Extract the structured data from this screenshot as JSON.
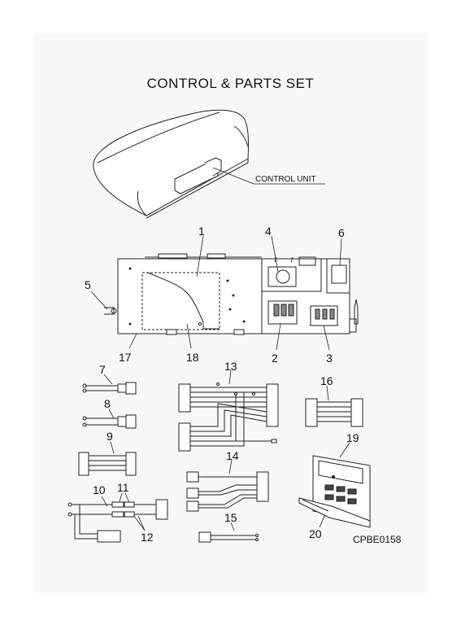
{
  "title": "CONTROL & PARTS SET",
  "control_unit_label": "CONTROL UNIT",
  "drawing_code": "CPBE0158",
  "part_numbers": [
    "1",
    "2",
    "3",
    "4",
    "5",
    "6",
    "7",
    "8",
    "9",
    "10",
    "11",
    "12",
    "13",
    "14",
    "15",
    "16",
    "17",
    "18",
    "19",
    "20"
  ]
}
